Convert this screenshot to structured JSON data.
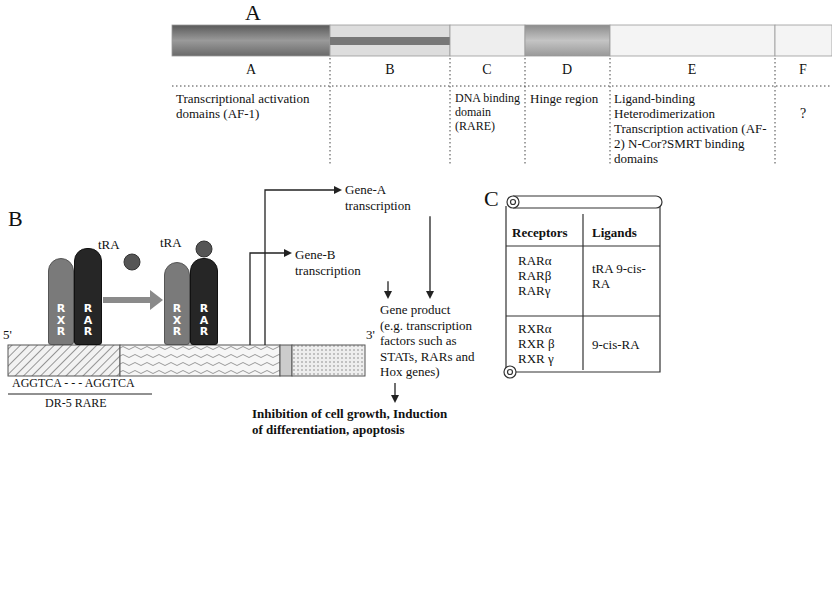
{
  "diagram": {
    "nodes": [
      {
        "text": [
          "RXR"
        ]
      },
      {
        "text": [
          "RAR"
        ]
      },
      {
        "text": [
          "RXR"
        ]
      },
      {
        "text": [
          "RAR"
        ]
      },
      {
        "text": [
          "Gene-A transcription"
        ]
      },
      {
        "text": [
          "Gene-B transcription"
        ]
      },
      {
        "text": [
          "Gene product",
          "(e.g. transcription factors such as STATs, RARs and Hox genes)"
        ]
      },
      {
        "text": [
          "Inhibition of cell growth, Induction of differentiation, apoptosis"
        ]
      }
    ],
    "edges": [
      {
        "from": 1,
        "to": 2,
        "arrow": "to"
      },
      {
        "from": 4,
        "to": 6,
        "arrow": "to"
      },
      {
        "from": 5,
        "to": 6,
        "arrow": "to"
      },
      {
        "from": 6,
        "to": 7,
        "arrow": "to"
      }
    ],
    "labels": [
      "A",
      "A",
      "B",
      "C",
      "D",
      "E",
      "F",
      "Transcriptional activation domains (AF-1)",
      "DNA binding domain (RARE)",
      "Hinge region",
      "Ligand-binding Heterodimerization Transcription activation (AF-2) N-Cor?SMRT binding domains",
      "?",
      "B",
      "tRA",
      "tRA",
      "5'",
      "3'",
      "AGGTCA - - - AGGTCA",
      "DR-5 RARE",
      "C",
      "Receptors",
      "Ligands",
      "RARα RARβ RARγ",
      "tRA 9-cis-RA",
      "RXRα RXR β RXR γ",
      "9-cis-RA"
    ]
  }
}
